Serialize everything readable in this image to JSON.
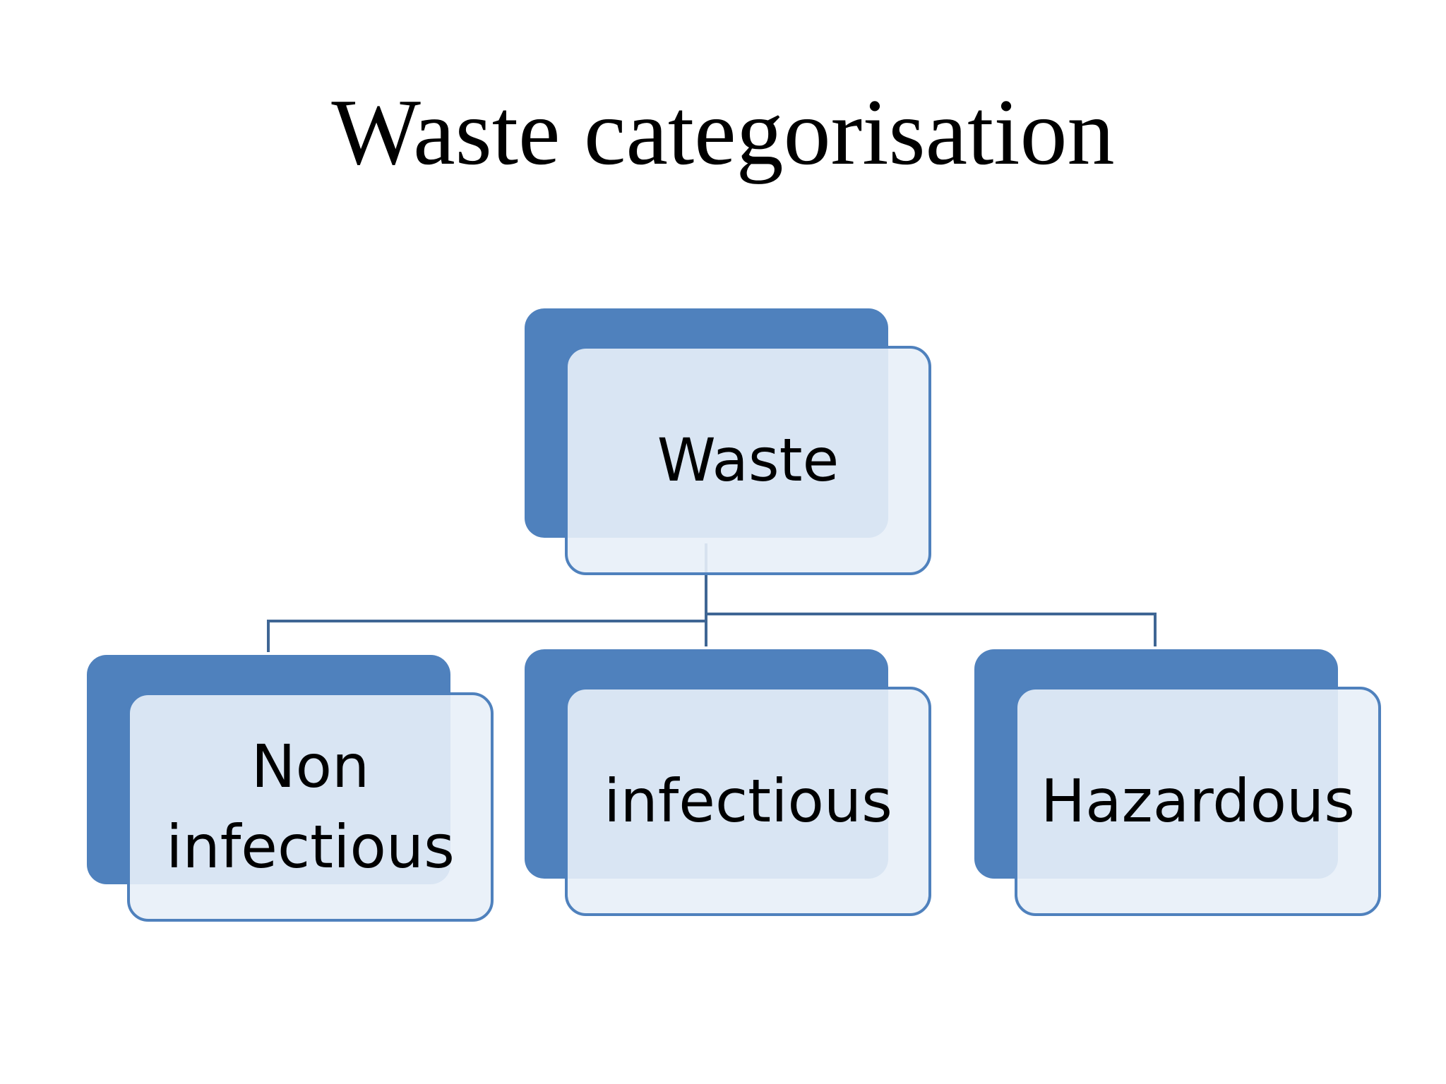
{
  "title": "Waste categorisation",
  "colors": {
    "box_dark": "#4f81bd",
    "box_light": "#e8eff8",
    "connector": "#3f6694"
  },
  "diagram": {
    "root": {
      "label": "Waste"
    },
    "children": [
      {
        "label": "Non\ninfectious"
      },
      {
        "label": "infectious"
      },
      {
        "label": "Hazardous"
      }
    ]
  }
}
